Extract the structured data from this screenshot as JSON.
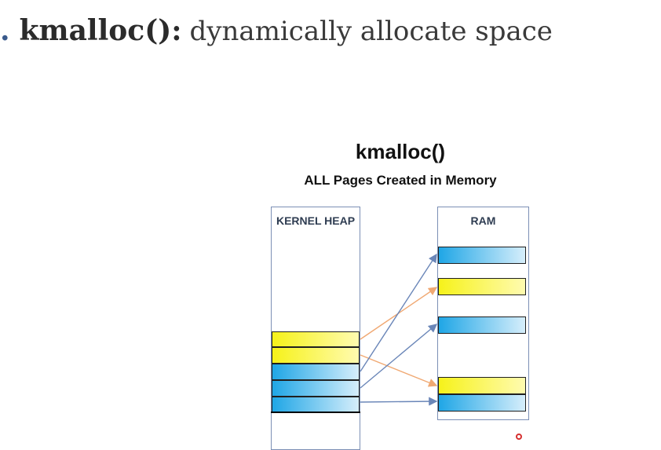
{
  "slide": {
    "bullet": ".",
    "heading_strong": "kmalloc():",
    "heading_rest": "dynamically allocate space"
  },
  "diagram": {
    "title": "kmalloc()",
    "subtitle": "ALL Pages Created in Memory",
    "heap_label": "KERNEL HEAP",
    "ram_label": "RAM",
    "heap_blocks": [
      "yellow",
      "yellow",
      "blue",
      "blue",
      "blue"
    ],
    "ram_blocks": [
      "blue",
      "yellow",
      "blue",
      "yellow",
      "blue"
    ],
    "colors": {
      "yellow_block": "#f6f21a",
      "blue_block": "#1fa6e6",
      "blue_arrow": "#6a86b8",
      "orange_arrow": "#f0a872",
      "column_border": "#7b8fb5"
    }
  }
}
